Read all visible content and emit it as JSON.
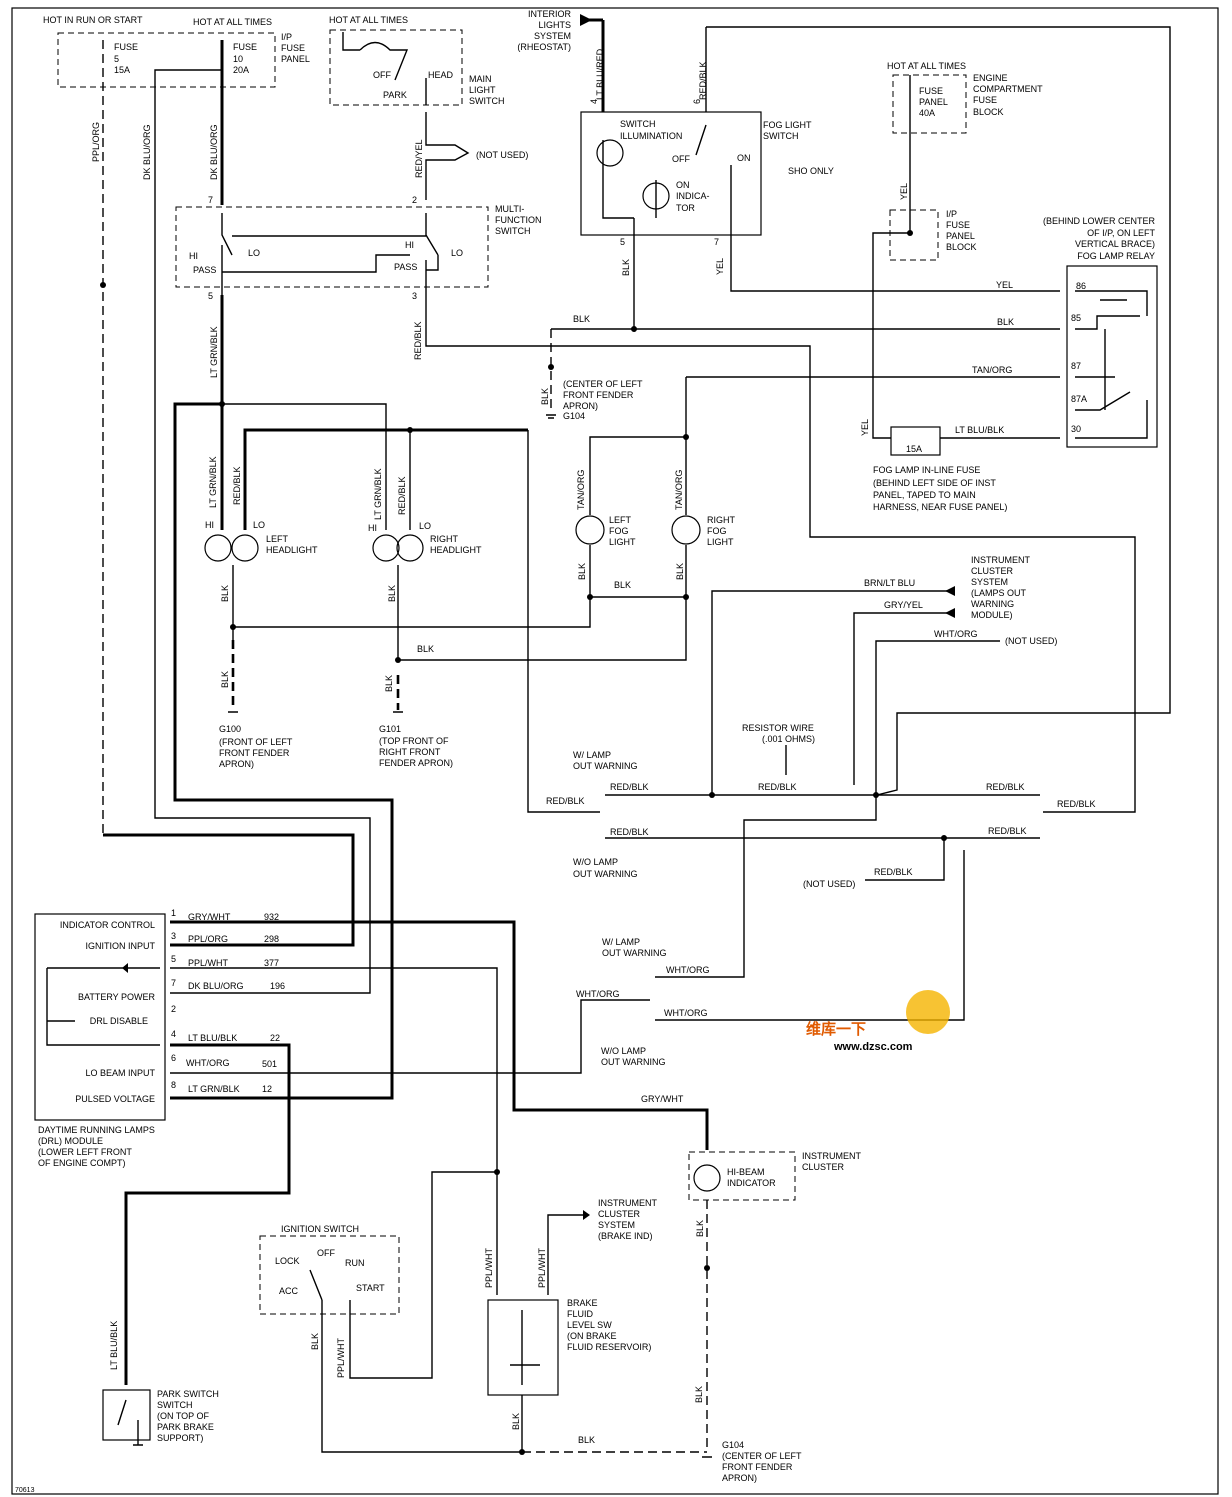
{
  "labels": {
    "hot_run_start": "HOT IN RUN OR START",
    "hot_all_1": "HOT AT ALL TIMES",
    "fuse5_a": "FUSE",
    "fuse5_b": "5",
    "fuse5_c": "15A",
    "fuse10_a": "FUSE",
    "fuse10_b": "10",
    "fuse10_c": "20A",
    "ip_fuse_a": "I/P",
    "ip_fuse_b": "FUSE",
    "ip_fuse_c": "PANEL",
    "hot_all_2": "HOT AT ALL TIMES",
    "mls_off": "OFF",
    "mls_head": "HEAD",
    "mls_park": "PARK",
    "mls_a": "MAIN",
    "mls_b": "LIGHT",
    "mls_c": "SWITCH",
    "ils_a": "INTERIOR",
    "ils_b": "LIGHTS",
    "ils_c": "SYSTEM",
    "ils_d": "(RHEOSTAT)",
    "w_lt_blu_red": "LT BLU/RED",
    "w_red_blk_top": "RED/BLK",
    "pin4": "4",
    "pin6": "6",
    "sw_illum_a": "SWITCH",
    "sw_illum_b": "ILLUMINATION",
    "fls_a": "FOG LIGHT",
    "fls_b": "SWITCH",
    "fls_off": "OFF",
    "fls_on": "ON",
    "ind_a": "ON",
    "ind_b": "INDICA-",
    "ind_c": "TOR",
    "sho_only": "SHO ONLY",
    "hot_all_3": "HOT AT ALL TIMES",
    "ecfb_a": "ENGINE",
    "ecfb_b": "COMPARTMENT",
    "ecfb_c": "FUSE",
    "ecfb_d": "BLOCK",
    "f40_a": "FUSE",
    "f40_b": "PANEL",
    "f40_c": "40A",
    "w_yel_1": "YEL",
    "ipfb_a": "I/P",
    "ipfb_b": "FUSE",
    "ipfb_c": "PANEL",
    "ipfb_d": "BLOCK",
    "relay_a": "(BEHIND LOWER CENTER",
    "relay_b": "OF I/P, ON LEFT",
    "relay_c": "VERTICAL BRACE)",
    "relay_d": "FOG LAMP RELAY",
    "w_ppl_org": "PPL/ORG",
    "w_dk_blu_org_1": "DK BLU/ORG",
    "w_dk_blu_org_2": "DK BLU/ORG",
    "w_red_yel": "RED/YEL",
    "not_used_1": "(NOT USED)",
    "mfs_a": "MULTI-",
    "mfs_b": "FUNCTION",
    "mfs_c": "SWITCH",
    "mfs_hi_1": "HI",
    "mfs_lo_1": "LO",
    "mfs_pass_1": "PASS",
    "mfs_hi_2": "HI",
    "mfs_lo_2": "LO",
    "mfs_pass_2": "PASS",
    "pin7": "7",
    "pin2": "2",
    "pin5": "5",
    "pin3": "3",
    "pin5b": "5",
    "pin7b": "7",
    "w_lt_grn_blk_1": "LT GRN/BLK",
    "w_red_blk_1": "RED/BLK",
    "w_blk_1": "BLK",
    "w_blk_fs": "BLK",
    "w_yel_fs": "YEL",
    "r_yel": "YEL",
    "r_blk": "BLK",
    "r_tan_org": "TAN/ORG",
    "r_lt_blu_blk": "LT BLU/BLK",
    "r86": "86",
    "r85": "85",
    "r87": "87",
    "r87a": "87A",
    "r30": "30",
    "g104a_a": "(CENTER OF LEFT",
    "g104a_b": "FRONT FENDER",
    "g104a_c": "APRON)",
    "g104a_d": "G104",
    "w_blk_g104": "BLK",
    "w_yel_2": "YEL",
    "fuse15a": "15A",
    "ilf_a": "FOG LAMP IN-LINE FUSE",
    "ilf_b": "(BEHIND LEFT SIDE OF INST",
    "ilf_c": "PANEL, TAPED TO MAIN",
    "ilf_d": "HARNESS, NEAR FUSE PANEL)",
    "lh_grn": "LT GRN/BLK",
    "lh_red": "RED/BLK",
    "lh_hi": "HI",
    "lh_lo": "LO",
    "lh_a": "LEFT",
    "lh_b": "HEADLIGHT",
    "rh_grn": "LT GRN/BLK",
    "rh_red": "RED/BLK",
    "rh_hi": "HI",
    "rh_lo": "LO",
    "rh_a": "RIGHT",
    "rh_b": "HEADLIGHT",
    "lf_tan": "TAN/ORG",
    "lf_a": "LEFT",
    "lf_b": "FOG",
    "lf_c": "LIGHT",
    "rf_tan": "TAN/ORG",
    "rf_a": "RIGHT",
    "rf_b": "FOG",
    "rf_c": "LIGHT",
    "blk_lf": "BLK",
    "blk_mid": "BLK",
    "blk_rf": "BLK",
    "blk_lh": "BLK",
    "blk_rh": "BLK",
    "blk_h": "BLK",
    "blk_lh2": "BLK",
    "blk_rh2": "BLK",
    "g100_a": "G100",
    "g100_b": "(FRONT OF LEFT",
    "g100_c": "FRONT FENDER",
    "g100_d": "APRON)",
    "g101_a": "G101",
    "g101_b": "(TOP FRONT OF",
    "g101_c": "RIGHT FRONT",
    "g101_d": "FENDER APRON)",
    "ics_a": "INSTRUMENT",
    "ics_b": "CLUSTER",
    "ics_c": "SYSTEM",
    "ics_d": "(LAMPS OUT",
    "ics_e": "WARNING",
    "ics_f": "MODULE)",
    "brn_lt_blu": "BRN/LT BLU",
    "gry_yel": "GRY/YEL",
    "wht_org_1": "WHT/ORG",
    "not_used_2": "(NOT USED)",
    "res_a": "RESISTOR WIRE",
    "res_b": "(.001 OHMS)",
    "wlo_a": "W/ LAMP",
    "wlo_b": "OUT WARNING",
    "rb_1": "RED/BLK",
    "rb_2": "RED/BLK",
    "rb_3": "RED/BLK",
    "rb_4": "RED/BLK",
    "rb_5": "RED/BLK",
    "rb_6": "RED/BLK",
    "rb_7": "RED/BLK",
    "rb_8": "RED/BLK",
    "wolo_a": "W/O LAMP",
    "wolo_b": "OUT WARNING",
    "not_used_3": "(NOT USED)",
    "drl_ind": "INDICATOR CONTROL",
    "drl_ign": "IGNITION INPUT",
    "drl_bat": "BATTERY POWER",
    "drl_dis": "DRL DISABLE",
    "drl_lo": "LO BEAM INPUT",
    "drl_pul": "PULSED VOLTAGE",
    "drl_a": "DAYTIME RUNNING LAMPS",
    "drl_b": "(DRL) MODULE",
    "drl_c": "(LOWER LEFT FRONT",
    "drl_d": "OF ENGINE COMPT)",
    "wlo2_a": "W/ LAMP",
    "wlo2_b": "OUT WARNING",
    "wht_org_2": "WHT/ORG",
    "wht_org_3": "WHT/ORG",
    "wht_org_4": "WHT/ORG",
    "wolo2_a": "W/O LAMP",
    "wolo2_b": "OUT WARNING",
    "gry_wht": "GRY/WHT",
    "hbi_a": "HI-BEAM",
    "hbi_b": "INDICATOR",
    "ic_a": "INSTRUMENT",
    "ic_b": "CLUSTER",
    "blk_ic": "BLK",
    "icb_a": "INSTRUMENT",
    "icb_b": "CLUSTER",
    "icb_c": "SYSTEM",
    "icb_d": "(BRAKE IND)",
    "ign_title": "IGNITION SWITCH",
    "ign_lock": "LOCK",
    "ign_off": "OFF",
    "ign_run": "RUN",
    "ign_acc": "ACC",
    "ign_start": "START",
    "w_lt_blu_blk": "LT BLU/BLK",
    "ps_a": "PARK SWITCH",
    "ps_b": "SWITCH",
    "ps_c": "(ON TOP OF",
    "ps_d": "PARK BRAKE",
    "ps_e": "SUPPORT)",
    "ign_blk": "BLK",
    "ign_ppl_wht": "PPL/WHT",
    "bf_ppl_wht_1": "PPL/WHT",
    "bf_ppl_wht_2": "PPL/WHT",
    "bf_a": "BRAKE",
    "bf_b": "FLUID",
    "bf_c": "LEVEL SW",
    "bf_d": "(ON BRAKE",
    "bf_e": "FLUID RESERVOIR)",
    "bf_blk": "BLK",
    "blk_bottom": "BLK",
    "blk_ic2": "BLK",
    "g104b_a": "G104",
    "g104b_b": "(CENTER OF LEFT",
    "g104b_c": "FRONT FENDER",
    "g104b_d": "APRON)",
    "fig_id": "70613",
    "watermark_a": "维库一下",
    "watermark_b": "www.dzsc.com"
  },
  "drl_pins": [
    {
      "pin": "1",
      "color": "GRY/WHT",
      "circuit": "932"
    },
    {
      "pin": "3",
      "color": "PPL/ORG",
      "circuit": "298"
    },
    {
      "pin": "5",
      "color": "PPL/WHT",
      "circuit": "377"
    },
    {
      "pin": "7",
      "color": "DK BLU/ORG",
      "circuit": "196"
    },
    {
      "pin": "2",
      "color": "",
      "circuit": ""
    },
    {
      "pin": "4",
      "color": "LT BLU/BLK",
      "circuit": "22"
    },
    {
      "pin": "6",
      "color": "WHT/ORG",
      "circuit": "501"
    },
    {
      "pin": "8",
      "color": "LT GRN/BLK",
      "circuit": "12"
    }
  ]
}
